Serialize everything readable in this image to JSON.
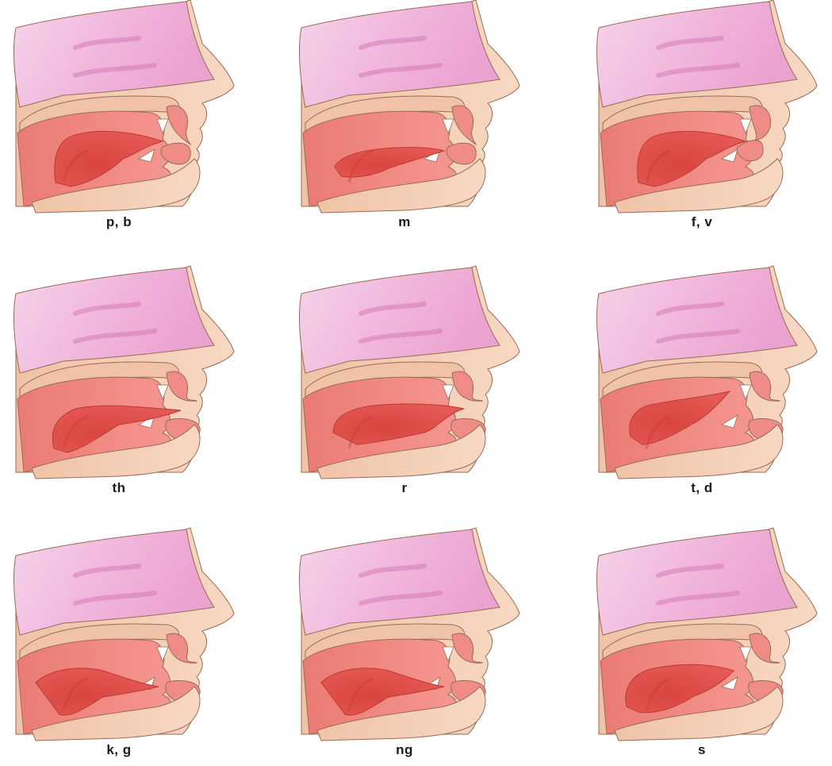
{
  "diagrams": [
    {
      "label": "p, b",
      "tongue": "rest",
      "lips": "closed"
    },
    {
      "label": "m",
      "tongue": "low",
      "lips": "closed"
    },
    {
      "label": "f, v",
      "tongue": "rest",
      "lips": "lip-teeth"
    },
    {
      "label": "th",
      "tongue": "forward",
      "lips": "open"
    },
    {
      "label": "r",
      "tongue": "curled",
      "lips": "open"
    },
    {
      "label": "t, d",
      "tongue": "ridge",
      "lips": "open"
    },
    {
      "label": "k, g",
      "tongue": "back",
      "lips": "open"
    },
    {
      "label": "ng",
      "tongue": "back",
      "lips": "open"
    },
    {
      "label": "s",
      "tongue": "groove",
      "lips": "open"
    }
  ]
}
